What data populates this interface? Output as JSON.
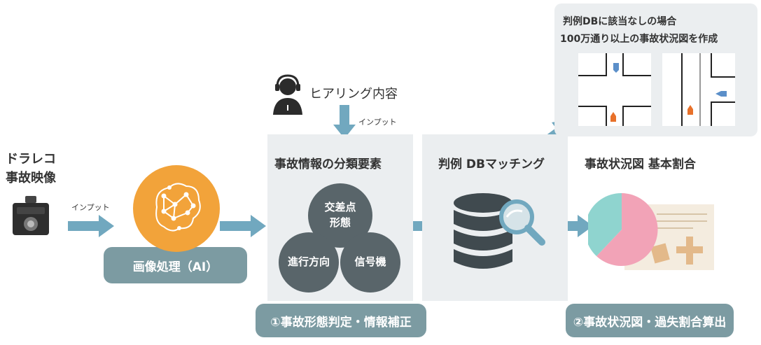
{
  "colors": {
    "arrow": "#71a8bf",
    "panel": "#ebeef0",
    "pill": "#7c9ba2",
    "circle": "#59656a",
    "ai_orange": "#f2a33a",
    "pie_pink": "#f2a3b7",
    "pie_teal": "#8fd4cf"
  },
  "source": {
    "title_line1": "ドラレコ",
    "title_line2": "事故映像",
    "icon": "dashcam-icon"
  },
  "arrows": {
    "input_label_1": "インプット",
    "input_label_2": "インプット"
  },
  "ai": {
    "icon": "brain-network-icon",
    "label": "画像処理（AI）"
  },
  "hearing": {
    "icon": "operator-headset-icon",
    "label": "ヒアリング内容"
  },
  "classification": {
    "title": "事故情報の分類要素",
    "circle_top_line1": "交差点",
    "circle_top_line2": "形態",
    "circle_left": "進行方向",
    "circle_right": "信号機",
    "footer": "①事故形態判定・情報補正"
  },
  "matching": {
    "title": "判例 DBマッチング",
    "icon": "database-search-icon"
  },
  "result": {
    "title": "事故状況図 基本割合",
    "icon": "pie-chart-diagram-icon",
    "footer": "②事故状況図・過失割合算出"
  },
  "callout": {
    "line1": "判例DBに該当なしの場合",
    "line2": "100万通り以上の事故状況図を作成",
    "diagram1": "intersection-diagram-icon",
    "diagram2": "road-diagram-icon"
  }
}
